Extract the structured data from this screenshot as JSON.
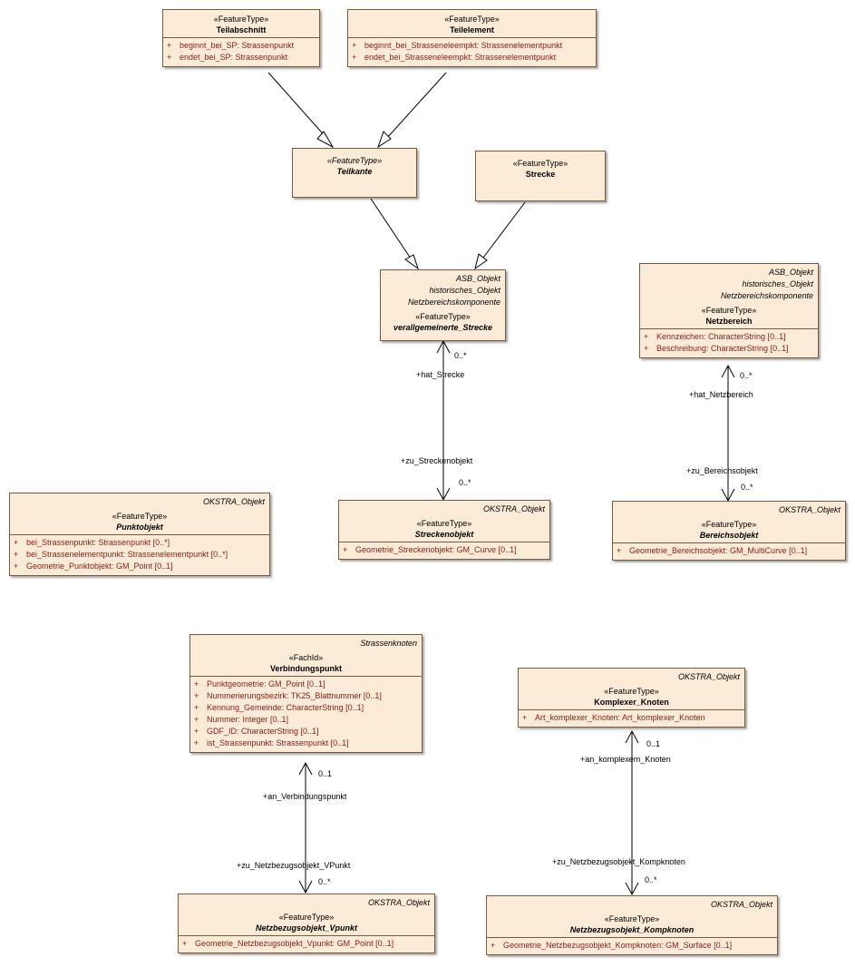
{
  "classes": {
    "teilabschnitt": {
      "stereotype": "«FeatureType»",
      "name": "Teilabschnitt",
      "attributes": [
        {
          "vis": "+",
          "text": "beginnt_bei_SP: Strassenpunkt"
        },
        {
          "vis": "+",
          "text": "endet_bei_SP: Strassenpunkt"
        }
      ]
    },
    "teilelement": {
      "stereotype": "«FeatureType»",
      "name": "Teilelement",
      "attributes": [
        {
          "vis": "+",
          "text": "beginnt_bei_Strasseneleempkt: Strassenelementpunkt"
        },
        {
          "vis": "+",
          "text": "endet_bei_Strasseneleempkt: Strassenelementpunkt"
        }
      ]
    },
    "teilkante": {
      "stereotype": "«FeatureType»",
      "name": "Teilkante"
    },
    "strecke": {
      "stereotype": "«FeatureType»",
      "name": "Strecke"
    },
    "verallg": {
      "parents": [
        "ASB_Objekt",
        "historisches_Objekt",
        "Netzbereichskomponente"
      ],
      "stereotype": "«FeatureType»",
      "name": "verallgemeinerte_Strecke"
    },
    "netzbereich": {
      "parents": [
        "ASB_Objekt",
        "historisches_Objekt",
        "Netzbereichskomponente"
      ],
      "stereotype": "«FeatureType»",
      "name": "Netzbereich",
      "attributes": [
        {
          "vis": "+",
          "text": "Kennzeichen: CharacterString [0..1]"
        },
        {
          "vis": "+",
          "text": "Beschreibung: CharacterString [0..1]"
        }
      ]
    },
    "punktobjekt": {
      "parent": "OKSTRA_Objekt",
      "stereotype": "«FeatureType»",
      "name": "Punktobjekt",
      "attributes": [
        {
          "vis": "+",
          "text": "bei_Strassenpunkt: Strassenpunkt [0..*]"
        },
        {
          "vis": "+",
          "text": "bei_Strassenelementpunkt: Strassenelementpunkt [0..*]"
        },
        {
          "vis": "+",
          "text": "Geometrie_Punktobjekt: GM_Point [0..1]"
        }
      ]
    },
    "streckenobjekt": {
      "parent": "OKSTRA_Objekt",
      "stereotype": "«FeatureType»",
      "name": "Streckenobjekt",
      "attributes": [
        {
          "vis": "+",
          "text": "Geometrie_Streckenobjekt: GM_Curve [0..1]"
        }
      ]
    },
    "bereichsobjekt": {
      "parent": "OKSTRA_Objekt",
      "stereotype": "«FeatureType»",
      "name": "Bereichsobjekt",
      "attributes": [
        {
          "vis": "+",
          "text": "Geometrie_Bereichsobjekt: GM_MultiCurve [0..1]"
        }
      ]
    },
    "verbindungspunkt": {
      "parent": "Strassenknoten",
      "stereotype": "«FachId»",
      "name": "Verbindungspunkt",
      "attributes": [
        {
          "vis": "+",
          "text": "Punktgeometrie: GM_Point [0..1]"
        },
        {
          "vis": "+",
          "text": "Nummerierungsbezirk: TK25_Blattnummer [0..1]"
        },
        {
          "vis": "+",
          "text": "Kennung_Gemeinde: CharacterString [0..1]"
        },
        {
          "vis": "+",
          "text": "Nummer: Integer [0..1]"
        },
        {
          "vis": "+",
          "text": "GDF_ID: CharacterString [0..1]"
        },
        {
          "vis": "+",
          "text": "ist_Strassenpunkt: Strassenpunkt [0..1]"
        }
      ]
    },
    "komplexer": {
      "parent": "OKSTRA_Objekt",
      "stereotype": "«FeatureType»",
      "name": "Komplexer_Knoten",
      "attributes": [
        {
          "vis": "+",
          "text": "Art_komplexer_Knoten: Art_komplexer_Knoten"
        }
      ]
    },
    "vpunkt": {
      "parent": "OKSTRA_Objekt",
      "stereotype": "«FeatureType»",
      "name": "Netzbezugsobjekt_Vpunkt",
      "attributes": [
        {
          "vis": "+",
          "text": "Geometrie_Netzbezugsobjekt_Vpunkt: GM_Point [0..1]"
        }
      ]
    },
    "kompknoten": {
      "parent": "OKSTRA_Objekt",
      "stereotype": "«FeatureType»",
      "name": "Netzbezugsobjekt_Kompknoten",
      "attributes": [
        {
          "vis": "+",
          "text": "Geometrie_Netzbezugsobjekt_Kompknoten: GM_Surface [0..1]"
        }
      ]
    }
  },
  "associations": {
    "strecke": {
      "role_top": "+hat_Strecke",
      "mult_top": "0..*",
      "role_bottom": "+zu_Streckenobjekt",
      "mult_bottom": "0..*"
    },
    "netzbereich": {
      "role_top": "+hat_Netzbereich",
      "mult_top": "0..*",
      "role_bottom": "+zu_Bereichsobjekt",
      "mult_bottom": "0..*"
    },
    "vpunkt": {
      "role_top": "+an_Verbindungspunkt",
      "mult_top": "0..1",
      "role_bottom": "+zu_Netzbezugsobjekt_VPunkt",
      "mult_bottom": "0..*"
    },
    "kompknoten": {
      "role_top": "+an_komplexem_Knoten",
      "mult_top": "0..1",
      "role_bottom": "+zu_Netzbezugsobjekt_Kompknoten",
      "mult_bottom": "0..*"
    }
  },
  "colors": {
    "class_fill": "#fcecd7",
    "class_border": "#7a5a3c",
    "attribute_text": "#8b1a10"
  }
}
